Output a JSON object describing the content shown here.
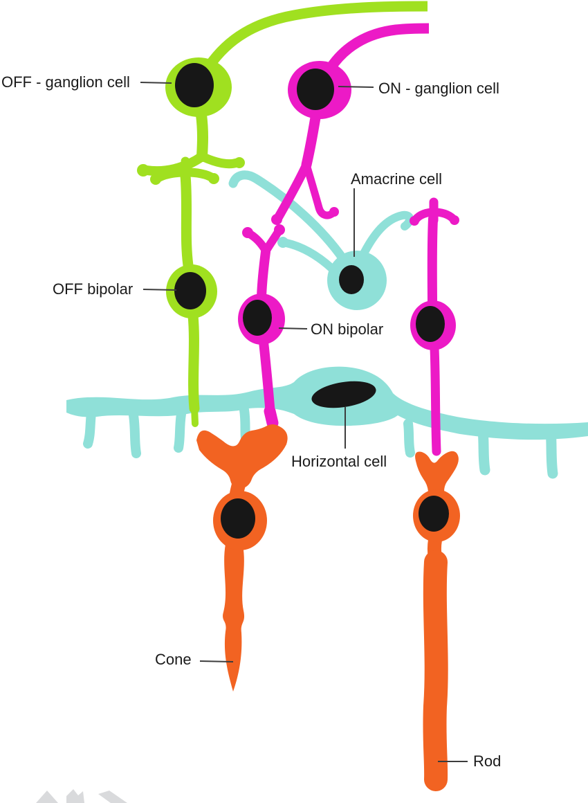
{
  "figure": {
    "labels": {
      "off_ganglion": "OFF - ganglion cell",
      "on_ganglion": "ON - ganglion cell",
      "amacrine": "Amacrine cell",
      "off_bipolar": "OFF bipolar",
      "on_bipolar": "ON bipolar",
      "horizontal": "Horizontal cell",
      "cone": "Cone",
      "rod": "Rod"
    },
    "colors": {
      "off_pathway": "#a0e020",
      "on_pathway": "#ec1ac6",
      "interneurons": "#8fe0d8",
      "photoreceptors": "#f26322",
      "nucleus": "#171717",
      "label_text": "#1a1a1a",
      "leader_line": "#3c3c3c",
      "watermark": "#d9dadc"
    }
  }
}
